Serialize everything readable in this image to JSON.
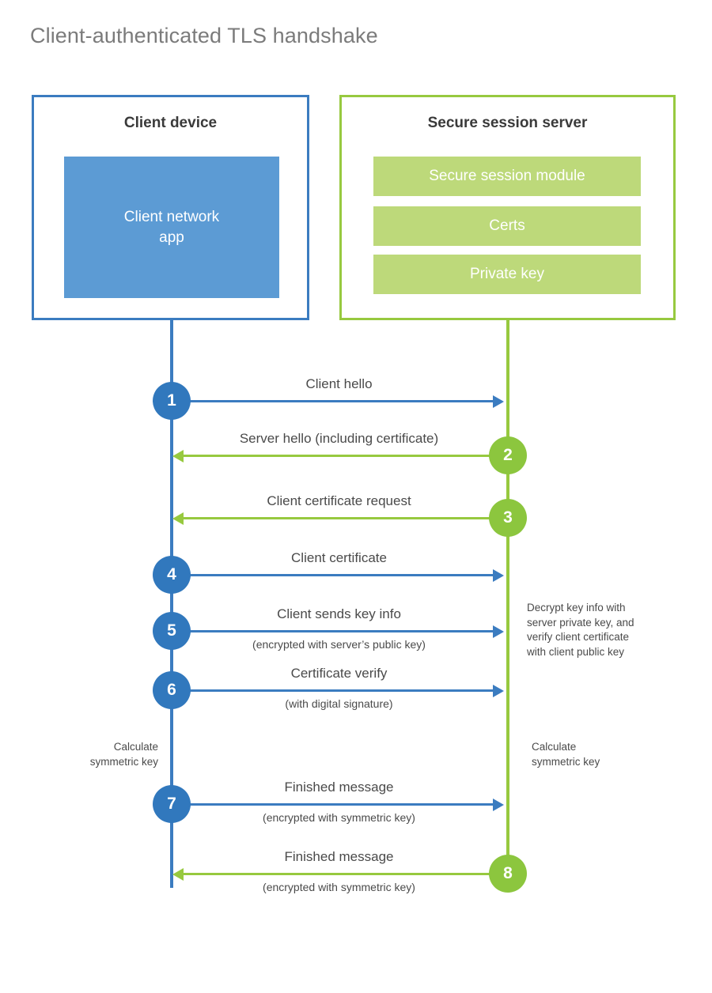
{
  "title": "Client-authenticated TLS handshake",
  "colors": {
    "client_blue": "#3b7cc0",
    "client_app_fill": "#5c9bd4",
    "client_circle": "#3178bd",
    "server_green": "#97c93f",
    "server_bar_fill": "#bdd97a",
    "server_circle": "#8cc63e",
    "text_dark": "#3a3a3a",
    "text_body": "#4a4a4a",
    "title_gray": "#7b7b7b",
    "background": "#ffffff"
  },
  "client": {
    "title": "Client device",
    "app_label": "Client network\napp"
  },
  "server": {
    "title": "Secure session server",
    "bars": [
      {
        "label": "Secure session module"
      },
      {
        "label": "Certs"
      },
      {
        "label": "Private key"
      }
    ]
  },
  "steps": [
    {
      "number": "1",
      "label": "Client hello",
      "sublabel": "",
      "direction": "client-to-server",
      "origin": "client"
    },
    {
      "number": "2",
      "label": "Server hello (including certificate)",
      "sublabel": "",
      "direction": "server-to-client",
      "origin": "server"
    },
    {
      "number": "3",
      "label": "Client certificate request",
      "sublabel": "",
      "direction": "server-to-client",
      "origin": "server"
    },
    {
      "number": "4",
      "label": "Client certificate",
      "sublabel": "",
      "direction": "client-to-server",
      "origin": "client"
    },
    {
      "number": "5",
      "label": "Client sends key info",
      "sublabel": "(encrypted with server’s public key)",
      "direction": "client-to-server",
      "origin": "client"
    },
    {
      "number": "6",
      "label": "Certificate verify",
      "sublabel": "(with digital signature)",
      "direction": "client-to-server",
      "origin": "client"
    },
    {
      "number": "7",
      "label": "Finished message",
      "sublabel": "(encrypted with symmetric key)",
      "direction": "client-to-server",
      "origin": "client"
    },
    {
      "number": "8",
      "label": "Finished message",
      "sublabel": "(encrypted with symmetric key)",
      "direction": "server-to-client",
      "origin": "server"
    }
  ],
  "notes": {
    "decrypt": "Decrypt key info with\nserver private key, and\nverify client certificate\nwith client public key",
    "calculate_symmetric_key_client": "Calculate\nsymmetric key",
    "calculate_symmetric_key_server": "Calculate\nsymmetric key"
  }
}
